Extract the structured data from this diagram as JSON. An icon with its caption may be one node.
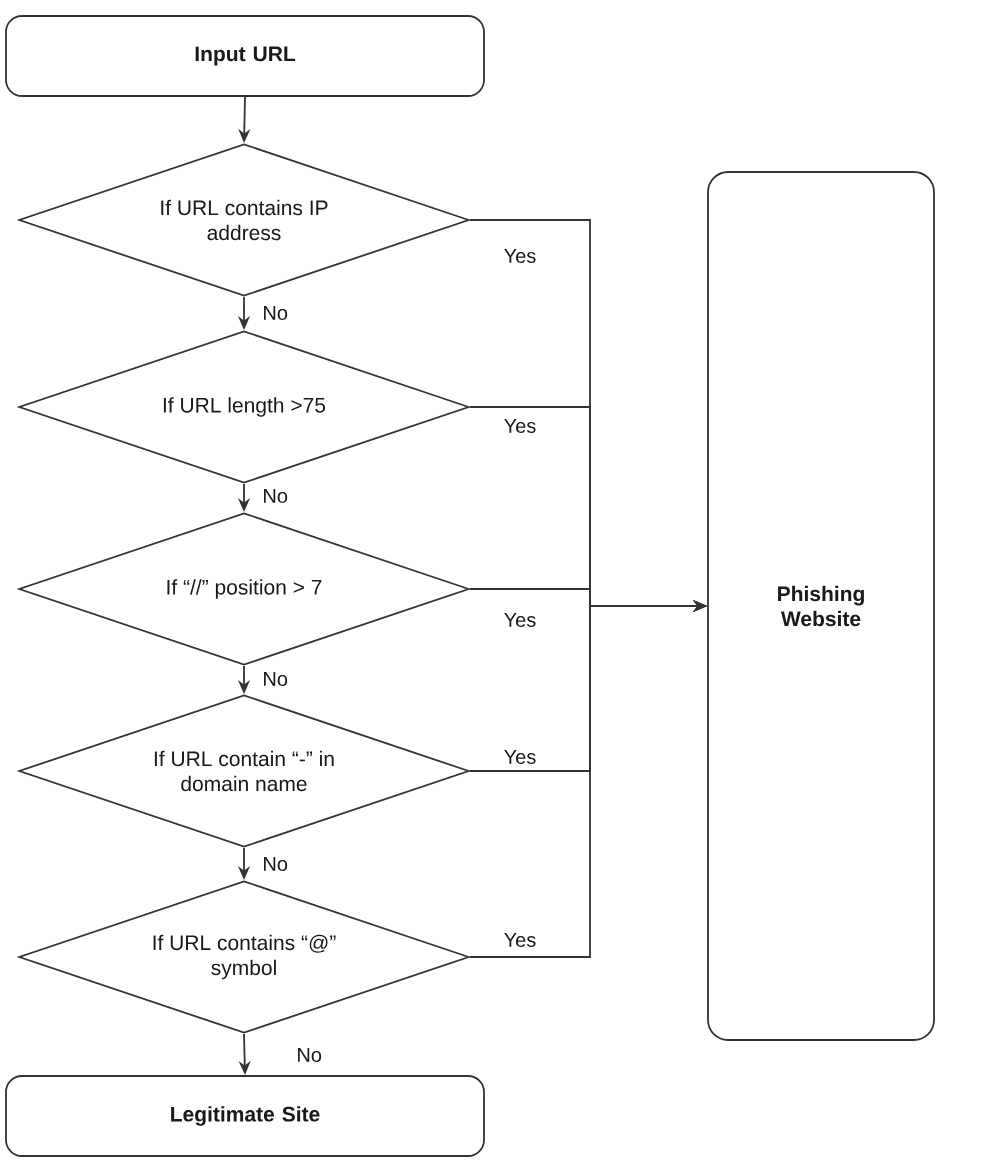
{
  "diagram": {
    "nodes": [
      {
        "text": [
          "Input URL"
        ]
      },
      {
        "text": [
          "If URL contains IP address"
        ]
      },
      {
        "text": [
          "If URL length >75"
        ]
      },
      {
        "text": [
          "If “//” position > 7"
        ]
      },
      {
        "text": [
          "If URL contain “-” in domain name"
        ]
      },
      {
        "text": [
          "If URL contains “@” symbol"
        ]
      },
      {
        "text": [
          "Phishing Website"
        ]
      },
      {
        "text": [
          "Legitimate Site"
        ]
      }
    ],
    "edges": [
      {
        "from": 0,
        "to": 1,
        "arrow": "to"
      },
      {
        "from": 1,
        "to": 6,
        "arrow": "to",
        "label": "Yes"
      },
      {
        "from": 1,
        "to": 2,
        "arrow": "to",
        "label": "No"
      },
      {
        "from": 2,
        "to": 6,
        "arrow": "to",
        "label": "Yes"
      },
      {
        "from": 2,
        "to": 3,
        "arrow": "to",
        "label": "No"
      },
      {
        "from": 3,
        "to": 6,
        "arrow": "to",
        "label": "Yes"
      },
      {
        "from": 3,
        "to": 4,
        "arrow": "to",
        "label": "No"
      },
      {
        "from": 4,
        "to": 6,
        "arrow": "to",
        "label": "Yes"
      },
      {
        "from": 4,
        "to": 5,
        "arrow": "to",
        "label": "No"
      },
      {
        "from": 5,
        "to": 6,
        "arrow": "to",
        "label": "Yes"
      },
      {
        "from": 5,
        "to": 7,
        "arrow": "to",
        "label": "No"
      }
    ]
  }
}
